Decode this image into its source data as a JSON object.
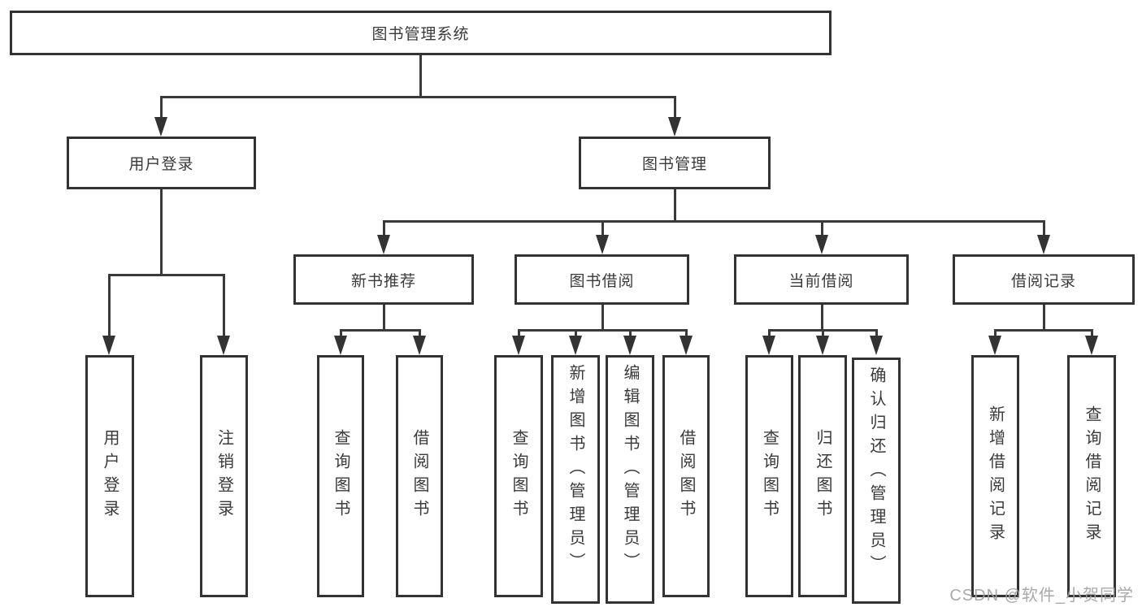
{
  "diagram": {
    "root": {
      "label": "图书管理系统"
    },
    "branches": [
      {
        "label": "用户登录",
        "children": [
          {
            "label": "用户登录"
          },
          {
            "label": "注销登录"
          }
        ]
      },
      {
        "label": "图书管理",
        "children": [
          {
            "label": "新书推荐",
            "children": [
              {
                "label": "查询图书"
              },
              {
                "label": "借阅图书"
              }
            ]
          },
          {
            "label": "图书借阅",
            "children": [
              {
                "label": "查询图书"
              },
              {
                "label": "新增图书（管理员）"
              },
              {
                "label": "编辑图书（管理员）"
              },
              {
                "label": "借阅图书"
              }
            ]
          },
          {
            "label": "当前借阅",
            "children": [
              {
                "label": "查询图书"
              },
              {
                "label": "归还图书"
              },
              {
                "label": "确认归还（管理员）"
              }
            ]
          },
          {
            "label": "借阅记录",
            "children": [
              {
                "label": "新增借阅记录"
              },
              {
                "label": "查询借阅记录"
              }
            ]
          }
        ]
      }
    ]
  },
  "watermark": {
    "text": "CSDN @软件_小贺同学"
  },
  "colors": {
    "line": "#333333",
    "text": "#3a3a3a",
    "background": "#ffffff",
    "watermark": "#a2a2a2"
  }
}
